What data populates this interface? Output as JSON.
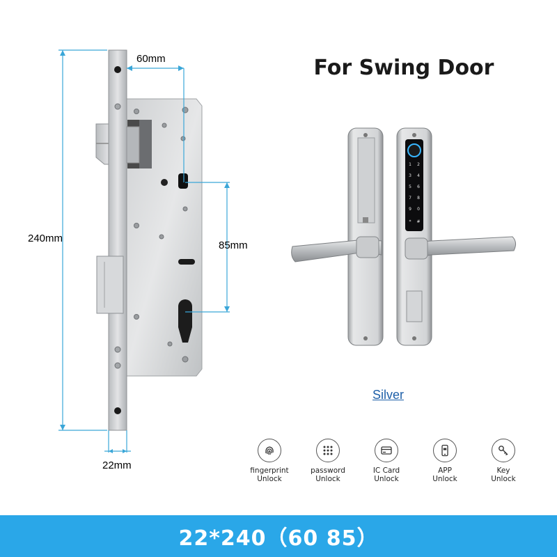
{
  "dimensions": {
    "backset": "60mm",
    "center_distance": "85mm",
    "height": "240mm",
    "faceplate_width": "22mm"
  },
  "title": "For Swing Door",
  "color_option": "Silver",
  "unlock_methods": [
    {
      "line1": "fingerprint",
      "line2": "Unlock",
      "icon": "fingerprint-icon"
    },
    {
      "line1": "password",
      "line2": "Unlock",
      "icon": "keypad-icon"
    },
    {
      "line1": "IC Card",
      "line2": "Unlock",
      "icon": "card-icon"
    },
    {
      "line1": "APP",
      "line2": "Unlock",
      "icon": "phone-app-icon"
    },
    {
      "line1": "Key",
      "line2": "Unlock",
      "icon": "key-icon"
    }
  ],
  "bottom_banner": "22*240（60 85）",
  "colors": {
    "accent": "#2aa7e8",
    "dimension_line": "#3aa6d8",
    "link": "#1d5fa8",
    "steel": "#c9cbcd"
  }
}
